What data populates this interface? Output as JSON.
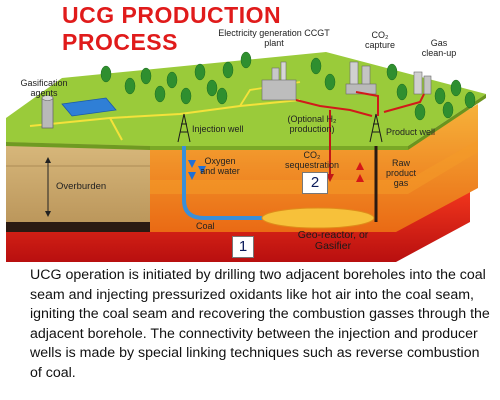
{
  "title": "UCG PRODUCTION PROCESS",
  "labels": {
    "electricity": "Electricity generation CCGT plant",
    "co2_capture": "CO₂ capture",
    "gas_cleanup": "Gas clean-up",
    "gasification_agents": "Gasification agents",
    "injection_well": "Injection well",
    "optional_h2": "(Optional H₂ production)",
    "product_well": "Product well",
    "oxygen_water": "Oxygen and water",
    "co2_sequestration": "CO₂ sequestration",
    "raw_product_gas": "Raw product gas",
    "overburden": "Overburden",
    "coal": "Coal",
    "geo_reactor": "Geo-reactor, or Gasifier"
  },
  "markers": {
    "one": "1",
    "two": "2"
  },
  "description": "UCG operation is initiated by drilling two adjacent boreholes into the coal seam and injecting pressurized oxidants like hot air into the coal seam, igniting the coal seam and recovering the combustion gasses through the adjacent borehole. The connectivity between the injection and producer wells is  made by special linking techniques such as reverse combustion of coal.",
  "colors": {
    "title": "#e01b1b",
    "grass": "#9acb3a",
    "orange_layer": "#f08a1e",
    "red_layer": "#e2231a",
    "overburden": "#c9a56a"
  }
}
